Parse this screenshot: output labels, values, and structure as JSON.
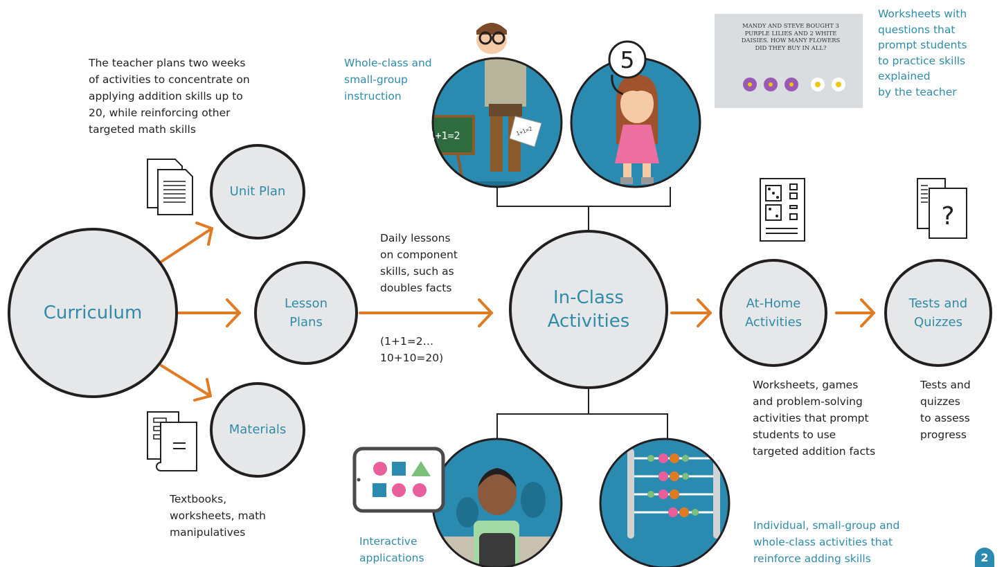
{
  "nodes": {
    "curriculum": "Curriculum",
    "unit_plan": "Unit Plan",
    "lesson_plans": "Lesson\nPlans",
    "materials": "Materials",
    "in_class": "In-Class\nActivities",
    "at_home": "At-Home\nActivities",
    "tests": "Tests and\nQuizzes"
  },
  "notes": {
    "unit_plan": "The teacher plans two weeks\nof activities to concentrate on\napplying addition skills up to\n20, while reinforcing other\ntargeted math skills",
    "daily_lessons": "Daily lessons\non component\nskills, such as\ndoubles facts",
    "daily_example": "(1+1=2…\n10+10=20)",
    "materials": "Textbooks,\nworksheets, math\nmanipulatives",
    "at_home": "Worksheets, games\nand problem-solving\nactivities that prompt\nstudents to use\ntargeted addition facts",
    "tests": "Tests and\nquizzes\nto assess\nprogress"
  },
  "captions": {
    "instruction": "Whole-class and\nsmall-group\ninstruction",
    "worksheets": "Worksheets with\nquestions that\nprompt students\nto practice skills\nexplained\nby the teacher",
    "interactive": "Interactive\napplications",
    "individual": "Individual, small-group and\nwhole-class activities that\nreinforce adding skills"
  },
  "illustrations": {
    "chalkboard": "1+1=2",
    "paper": "1+1=2",
    "number_bubble": "5",
    "worksheet_question": "MANDY AND STEVE BOUGHT 3\nPURPLE LILIES AND 2 WHITE\nDAISIES. HOW MANY FLOWERS\nDID THEY BUY IN ALL?",
    "question_mark": "?"
  },
  "page_number": "2",
  "colors": {
    "arrow": "#e07b24",
    "circle_fill": "#e6e7e8",
    "text_teal": "#2f8ba8",
    "illus_blue": "#2b8ab0"
  }
}
